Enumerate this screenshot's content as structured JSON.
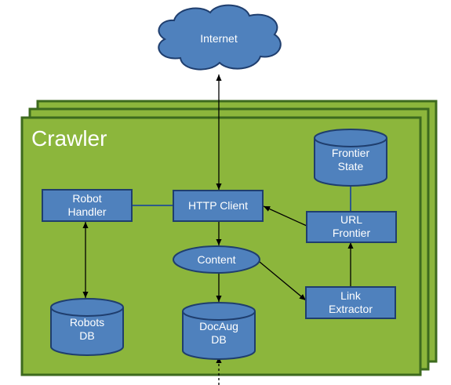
{
  "title": "Crawler",
  "nodes": {
    "internet": {
      "label": "Internet"
    },
    "http_client": {
      "label": "HTTP Client"
    },
    "robot_handler": {
      "line1": "Robot",
      "line2": "Handler"
    },
    "frontier_state": {
      "line1": "Frontier",
      "line2": "State"
    },
    "url_frontier": {
      "line1": "URL",
      "line2": "Frontier"
    },
    "content": {
      "label": "Content"
    },
    "link_extractor": {
      "line1": "Link",
      "line2": "Extractor"
    },
    "robots_db": {
      "line1": "Robots",
      "line2": "DB"
    },
    "docaug_db": {
      "line1": "DocAug",
      "line2": "DB"
    }
  },
  "colors": {
    "panel_fill": "#8cb63c",
    "panel_border": "#3d6a1e",
    "node_fill": "#4f81bd",
    "node_border": "#1f3e6e",
    "cloud_fill": "#4f81bd"
  }
}
